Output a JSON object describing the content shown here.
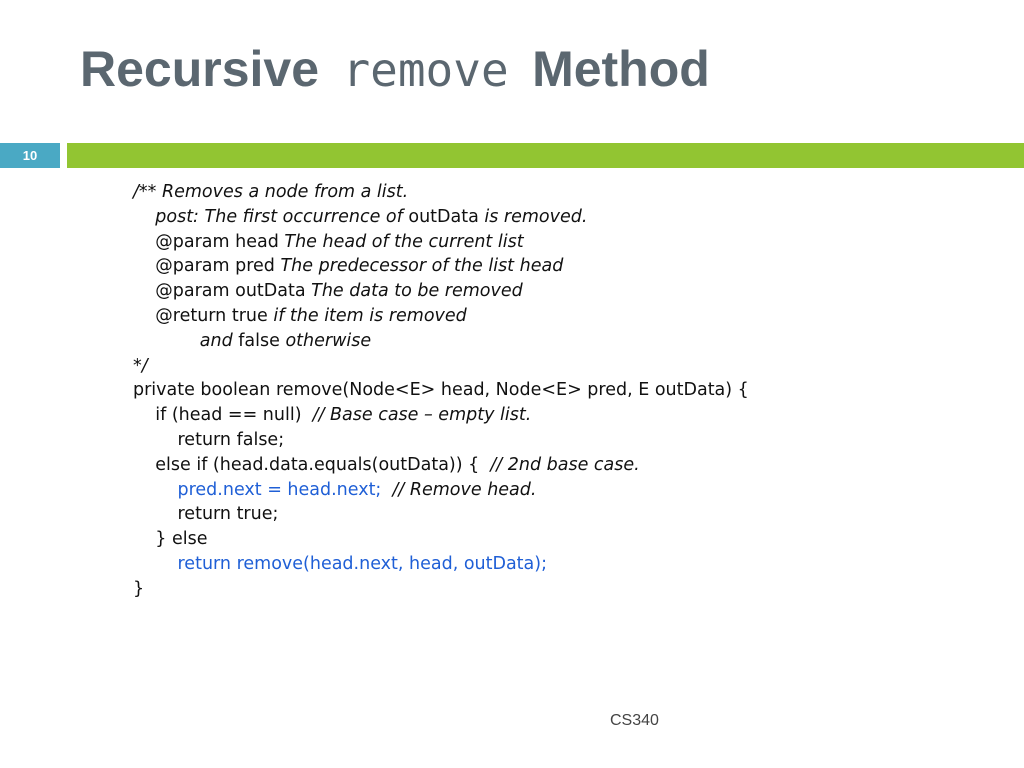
{
  "slide": {
    "title_part1": "Recursive",
    "title_code": "remove",
    "title_part2": "Method",
    "number": "10",
    "footer": "CS340"
  },
  "code": {
    "doc": [
      {
        "text": "/** Removes a node from a list."
      },
      {
        "indent": "    ",
        "kw": "post:",
        "c1": " The first occurrence of ",
        "t": "outData",
        "c2": " is removed."
      },
      {
        "indent": "    ",
        "t": "@param head",
        "c": " The head of the current list"
      },
      {
        "indent": "    ",
        "t": "@param pred",
        "c": " The predecessor of the list head"
      },
      {
        "indent": "    ",
        "t": "@param outData",
        "c": " The data to be removed"
      },
      {
        "indent": "    ",
        "t": "@return true",
        "c": " if the item is removed"
      },
      {
        "indent": "            ",
        "c1": "and ",
        "t": "false",
        "c2": " otherwise"
      },
      {
        "text": "*/"
      }
    ],
    "signature": "private boolean remove(Node<E> head, Node<E> pred, E outData) {",
    "if_line": {
      "code": "    if (head == null)  ",
      "comment": "// Base case – empty list."
    },
    "return_false": "        return false;",
    "elseif_line": {
      "code": "    else if (head.data.equals(outData)) {  ",
      "comment": "// 2nd base case."
    },
    "pred_line": {
      "code": "        pred.next = head.next;  ",
      "comment": "// Remove head."
    },
    "return_true": "        return true;",
    "else_line": "    } else",
    "return_recursive": "        return remove(head.next, head, outData);",
    "close": "}"
  },
  "colors": {
    "title": "#5b6770",
    "slide_number_bg": "#4aa9c4",
    "accent_bar": "#92c532",
    "code_highlight": "#1f5fd6"
  }
}
